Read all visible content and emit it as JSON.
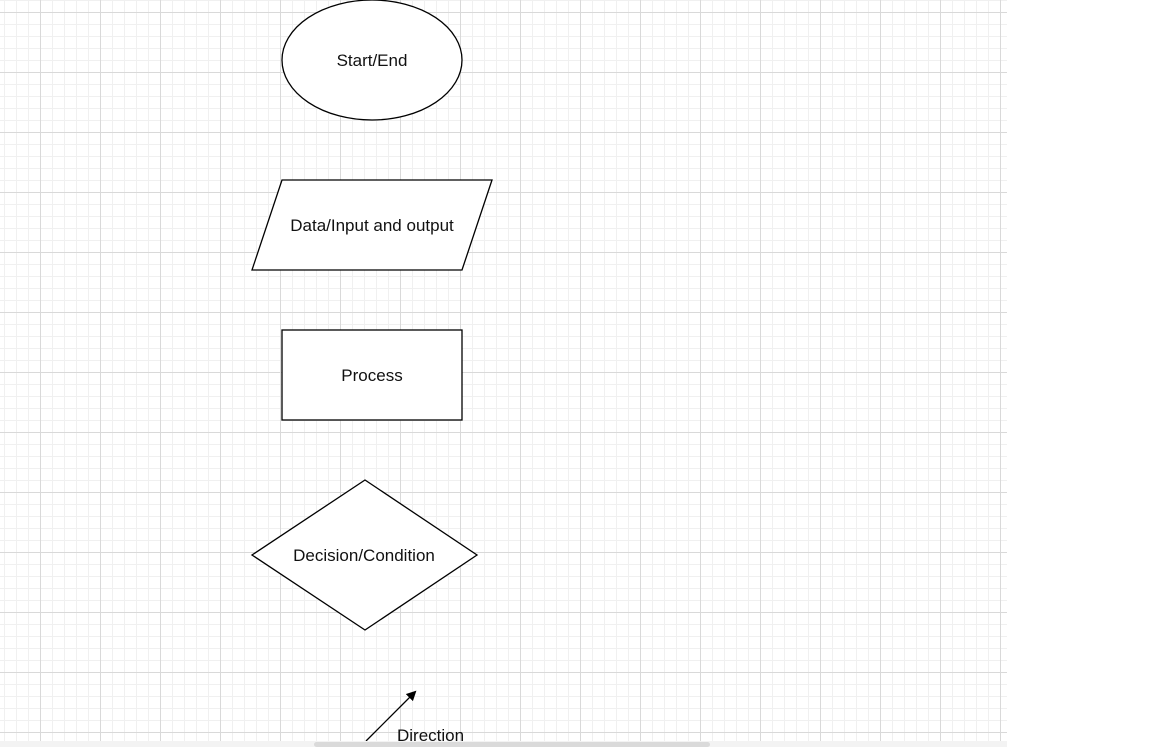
{
  "shapes": {
    "start_end": "Start/End",
    "data_io": "Data/Input and output",
    "process": "Process",
    "decision": "Decision/Condition",
    "direction": "Direction"
  },
  "colors": {
    "grid_major": "#d9d9d9",
    "grid_minor": "#f0f0f0",
    "stroke": "#000000"
  }
}
